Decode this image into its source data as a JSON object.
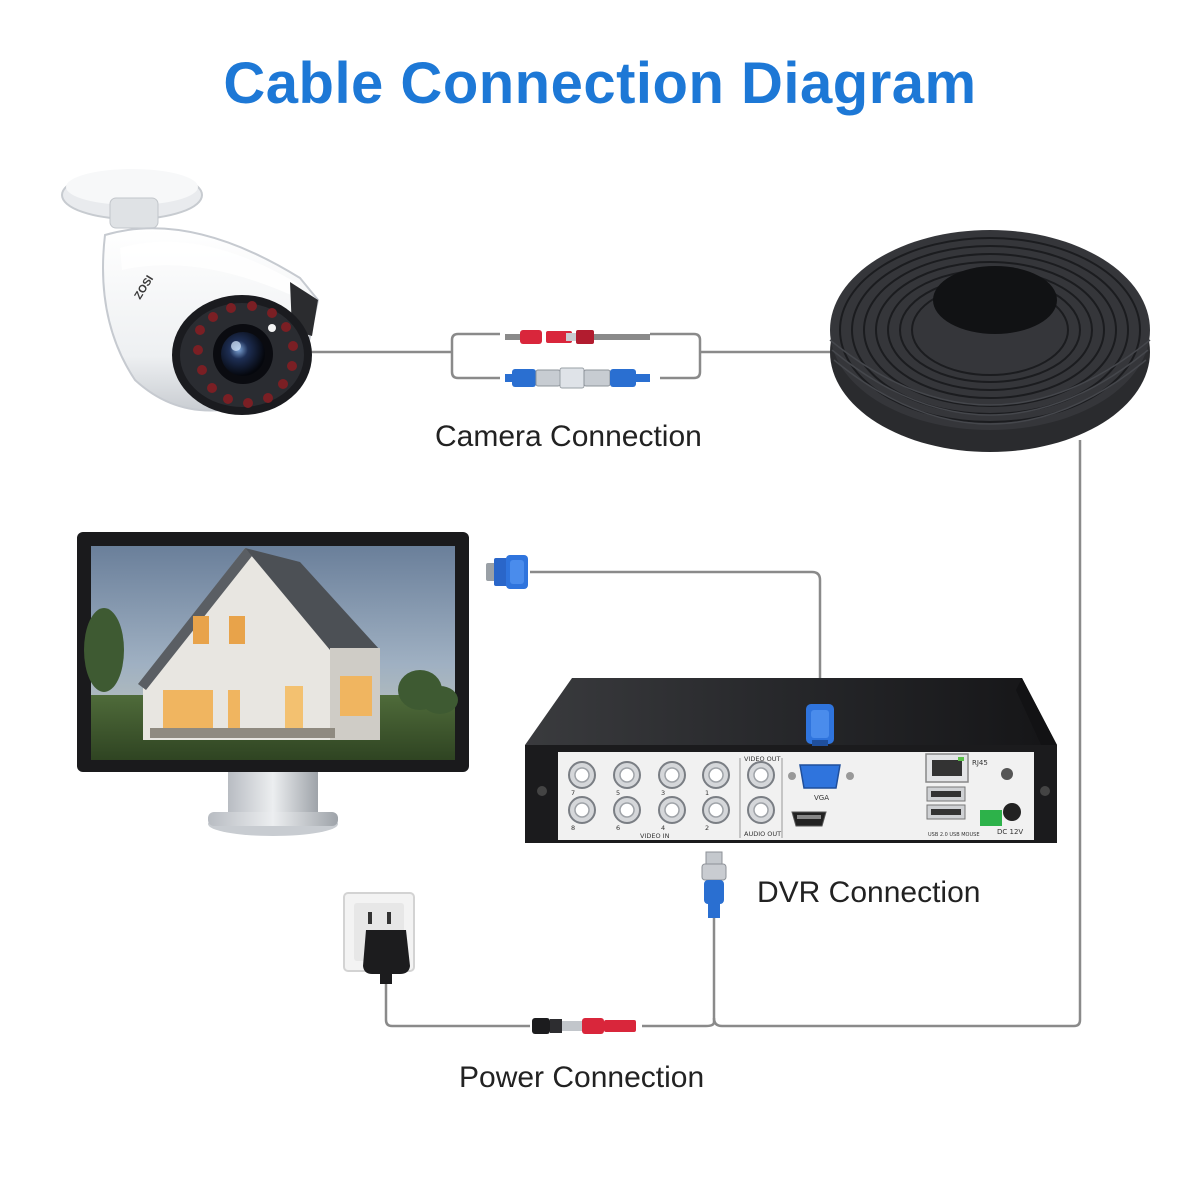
{
  "title": "Cable Connection Diagram",
  "captions": {
    "camera": "Camera Connection",
    "dvr": "DVR Connection",
    "power": "Power Connection"
  },
  "camera": {
    "brand": "ZOSI"
  },
  "dvr": {
    "video_in_label": "VIDEO IN",
    "video_out_label": "VIDEO OUT",
    "audio_out_label": "AUDIO OUT",
    "vga_label": "VGA",
    "rj45_label": "RJ45",
    "usb_label": "USB 2.0 USB MOUSE",
    "dc_label": "DC 12V",
    "channel_numbers": [
      "7",
      "5",
      "3",
      "1",
      "8",
      "6",
      "4",
      "2"
    ]
  },
  "colors": {
    "title": "#1d78d6",
    "cable": "#8a8a8a",
    "power_connector": "#d9263b",
    "video_connector": "#2a6fd1",
    "dvr_body": "#1b1b1d",
    "dvr_panel": "#f1f1f1"
  }
}
